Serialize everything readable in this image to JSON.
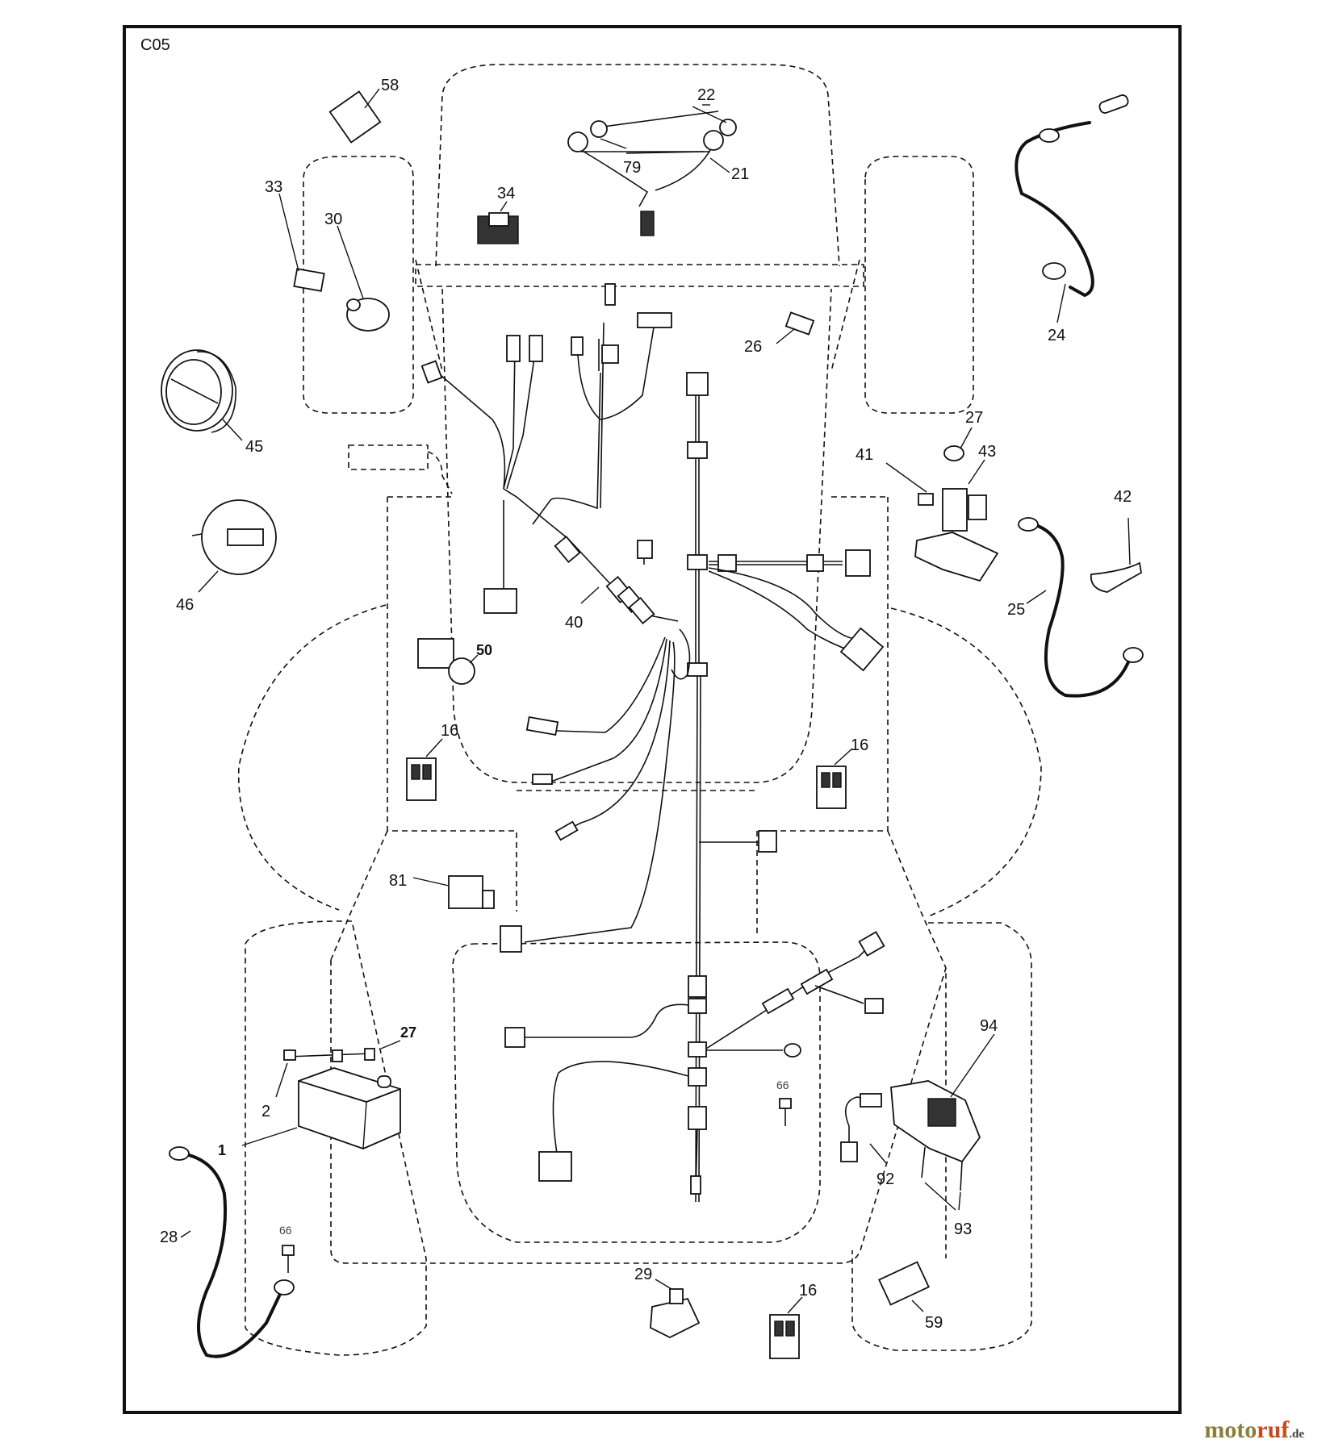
{
  "diagram": {
    "code": "C05",
    "callouts": [
      "58",
      "22",
      "79",
      "21",
      "34",
      "33",
      "30",
      "24",
      "26",
      "45",
      "27",
      "41",
      "43",
      "42",
      "46",
      "25",
      "40",
      "50",
      "16",
      "16",
      "81",
      "94",
      "27",
      "2",
      "1",
      "66",
      "92",
      "93",
      "28",
      "66",
      "29",
      "16",
      "59"
    ]
  },
  "watermark": {
    "part1": "moto",
    "part2": "ruf",
    "part3": "",
    "suffix": ".de"
  }
}
